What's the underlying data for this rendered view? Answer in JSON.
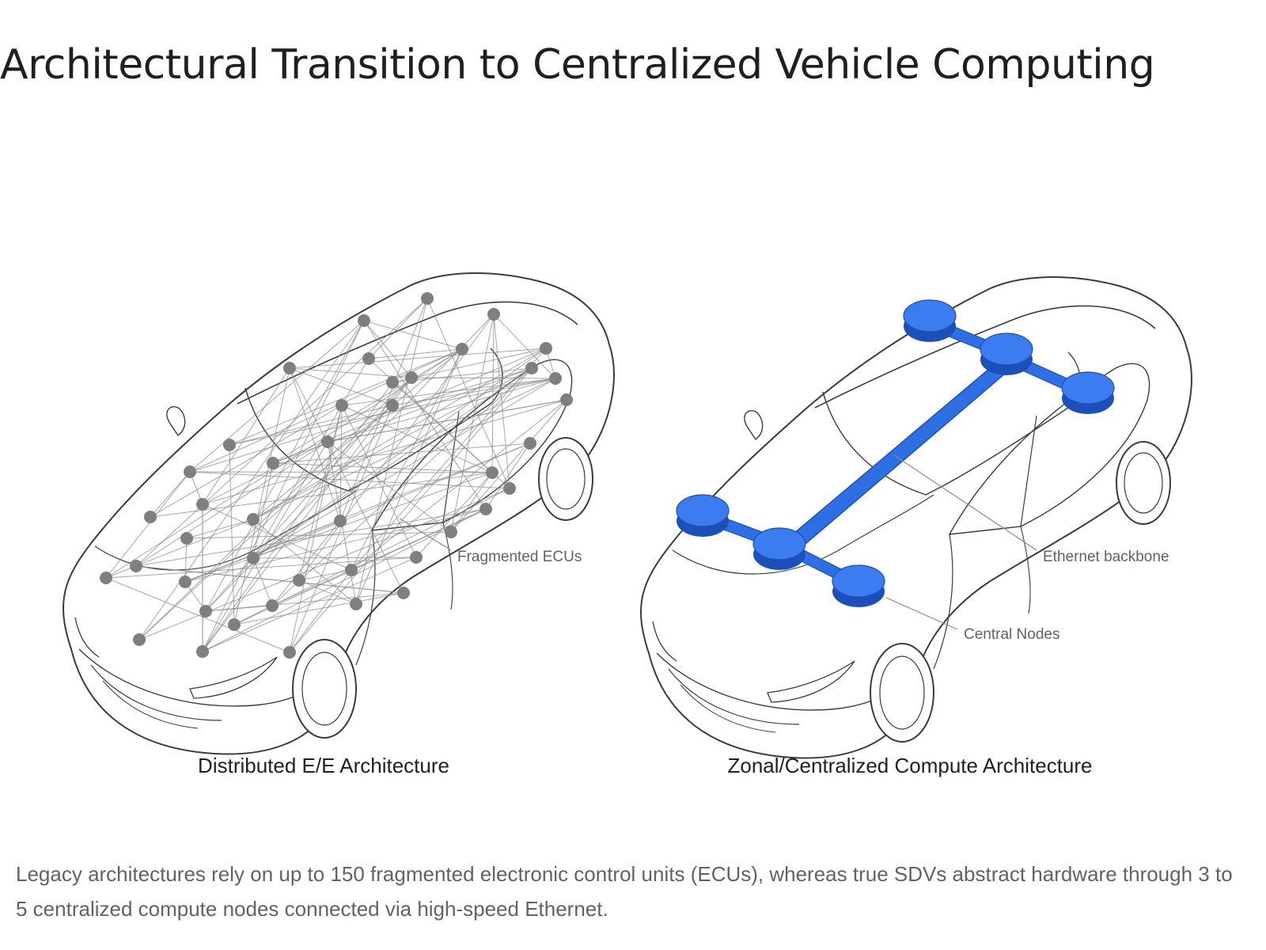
{
  "title": "Architectural Transition to Centralized Vehicle Computing",
  "panels": [
    {
      "caption": "Distributed E/E Architecture",
      "callout": "Fragmented ECUs"
    },
    {
      "caption": "Zonal/Centralized Compute Architecture",
      "callouts": [
        "Ethernet backbone",
        "Central Nodes"
      ]
    }
  ],
  "description": "Legacy architectures rely on up to 150 fragmented electronic control units (ECUs), whereas true SDVs abstract hardware through 3 to 5 centralized compute nodes connected via high-speed Ethernet.",
  "colors": {
    "ecu_node": "#7f7f7f",
    "mesh_line": "#8a8a8a",
    "backbone": "#2f6fe4",
    "backbone_dark": "#1d4fb8",
    "car_outline": "#3c3c3c"
  }
}
